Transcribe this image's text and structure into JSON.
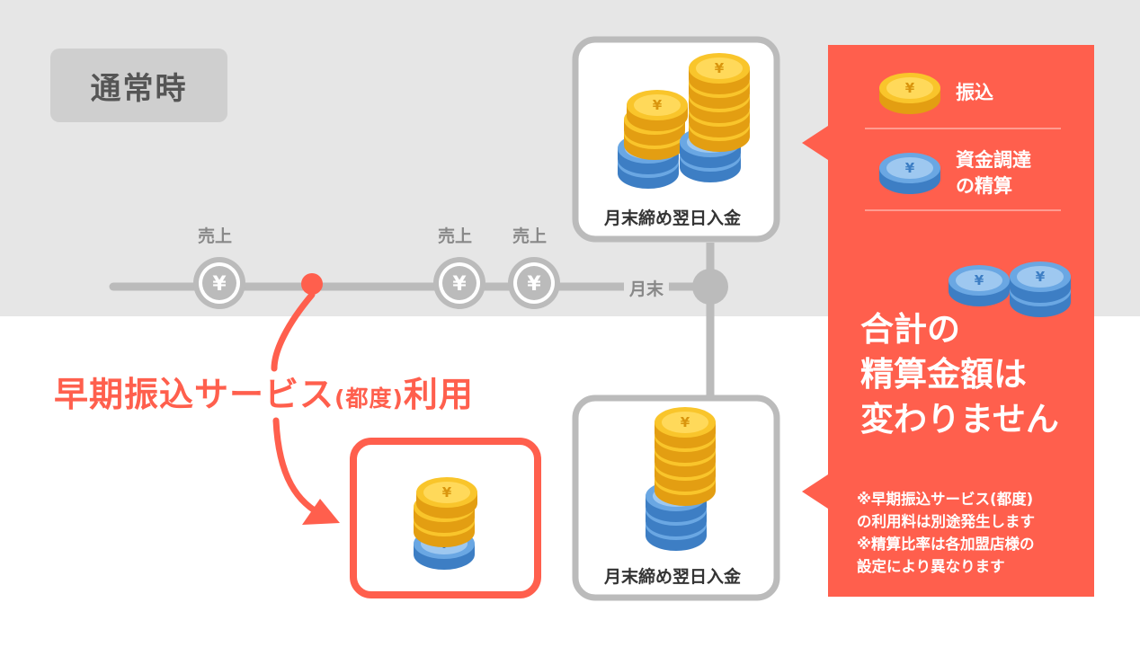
{
  "header": {
    "mode_label": "通常時"
  },
  "timeline": {
    "sale_labels": [
      "売上",
      "売上",
      "売上"
    ],
    "yen_symbol": "¥",
    "month_end_label": "月末"
  },
  "cards": {
    "top_caption": "月末締め翌日入金",
    "bottom_caption": "月末締め翌日入金"
  },
  "early_service": {
    "label_main": "早期振込サービス",
    "label_paren": "(都度)",
    "label_tail": "利用"
  },
  "panel": {
    "legend": [
      {
        "icon": "gold-yen-coin-icon",
        "lines": [
          "振込"
        ]
      },
      {
        "icon": "blue-yen-coin-icon",
        "lines": [
          "資金調達",
          "の精算"
        ]
      }
    ],
    "message_lines": [
      "合計の",
      "精算金額は",
      "変わりません"
    ],
    "notes": [
      "※早期振込サービス(都度)",
      "の利用料は別途発生します",
      "※精算比率は各加盟店様の",
      "設定により異なります"
    ]
  },
  "colors": {
    "accent": "#ff5f4d",
    "gray_line": "#bbbbbb",
    "gold_coin": "#f5b921",
    "blue_coin": "#5b9ad6"
  }
}
